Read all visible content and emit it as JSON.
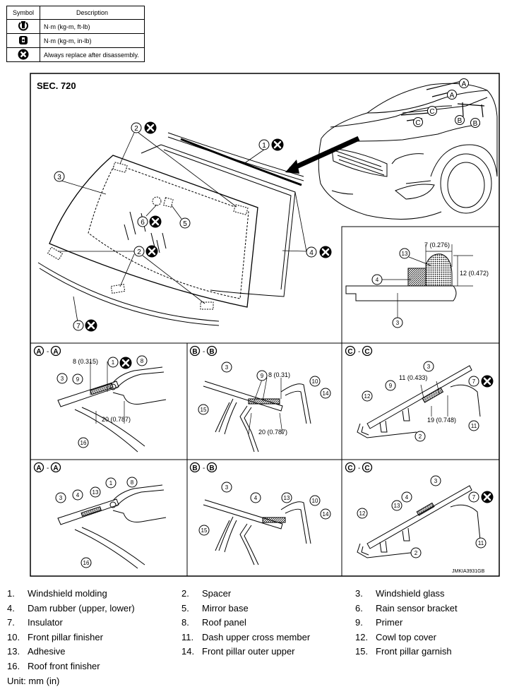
{
  "legend": {
    "header_symbol": "Symbol",
    "header_description": "Description",
    "rows": [
      {
        "icon": "torque-wrench-icon",
        "text": "N·m (kg-m, ft-lb)"
      },
      {
        "icon": "torque-wrench-inlb-icon",
        "text": "N·m (kg-m, in-lb)"
      },
      {
        "icon": "always-replace-icon",
        "text": "Always replace after disassembly."
      }
    ]
  },
  "section_label": "SEC. 720",
  "image_code": "JMKIA3931GB",
  "car_labels": [
    "A",
    "A",
    "C",
    "C",
    "B",
    "B"
  ],
  "section_views": [
    {
      "from": "A",
      "to": "A"
    },
    {
      "from": "B",
      "to": "B"
    },
    {
      "from": "C",
      "to": "C"
    },
    {
      "from": "A",
      "to": "A"
    },
    {
      "from": "B",
      "to": "B"
    },
    {
      "from": "C",
      "to": "C"
    }
  ],
  "dimensions": {
    "detail_width": "7 (0.276)",
    "detail_height": "12 (0.472)",
    "aa_primer": "8 (0.315)",
    "aa_overlap": "20 (0.787)",
    "bb_primer": "8 (0.31)",
    "bb_overlap": "20 (0.787)",
    "cc_primer": "11 (0.433)",
    "cc_overlap": "19 (0.748)"
  },
  "callouts": {
    "n1": "1",
    "n2": "2",
    "n3": "3",
    "n4": "4",
    "n5": "5",
    "n6": "6",
    "n7": "7",
    "n8": "8",
    "n9": "9",
    "n10": "10",
    "n11": "11",
    "n12": "12",
    "n13": "13",
    "n14": "14",
    "n15": "15",
    "n16": "16"
  },
  "parts_list": [
    [
      {
        "num": "1.",
        "name": "Windshield molding"
      },
      {
        "num": "2.",
        "name": "Spacer"
      },
      {
        "num": "3.",
        "name": "Windshield glass"
      }
    ],
    [
      {
        "num": "4.",
        "name": "Dam rubber (upper, lower)"
      },
      {
        "num": "5.",
        "name": "Mirror base"
      },
      {
        "num": "6.",
        "name": "Rain sensor bracket"
      }
    ],
    [
      {
        "num": "7.",
        "name": "Insulator"
      },
      {
        "num": "8.",
        "name": "Roof panel"
      },
      {
        "num": "9.",
        "name": "Primer"
      }
    ],
    [
      {
        "num": "10.",
        "name": "Front pillar finisher"
      },
      {
        "num": "11.",
        "name": "Dash upper cross member"
      },
      {
        "num": "12.",
        "name": "Cowl top cover"
      }
    ],
    [
      {
        "num": "13.",
        "name": "Adhesive"
      },
      {
        "num": "14.",
        "name": "Front pillar outer upper"
      },
      {
        "num": "15.",
        "name": "Front pillar garnish"
      }
    ],
    [
      {
        "num": "16.",
        "name": "Roof front finisher"
      }
    ]
  ],
  "unit_note": "Unit: mm (in)"
}
